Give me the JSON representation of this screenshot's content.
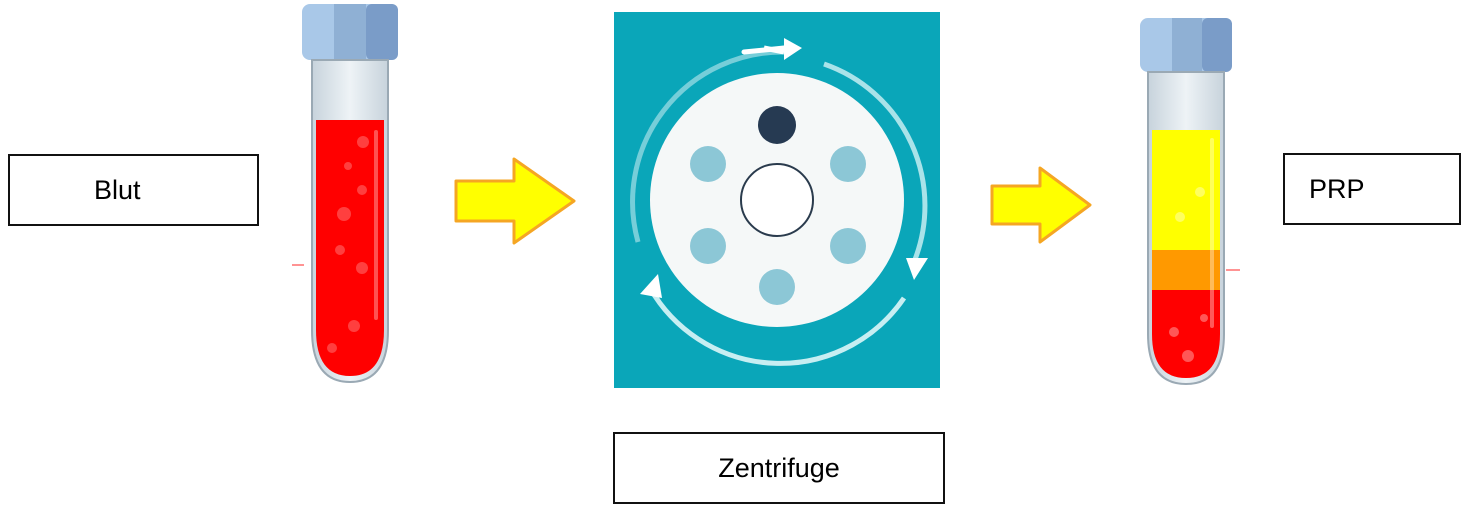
{
  "labels": {
    "input": "Blut",
    "process": "Zentrifuge",
    "output": "PRP"
  },
  "colors": {
    "blood_red": "#ff0000",
    "plasma_yellow": "#ffff00",
    "buffy_orange": "#ff9900",
    "arrow_fill": "#ffff00",
    "arrow_outline": "#f5a623",
    "centrifuge_bg": "#0aa6b9",
    "rotor_white": "#f5f8f8",
    "slot_blue": "#8cc7d6",
    "slot_dark": "#263a52",
    "cap_blue": "#8fb3d9"
  },
  "icons": {
    "input_tube": "blood-tube-icon",
    "arrow": "right-arrow-icon",
    "centrifuge": "centrifuge-icon",
    "output_tube": "separated-tube-icon"
  }
}
